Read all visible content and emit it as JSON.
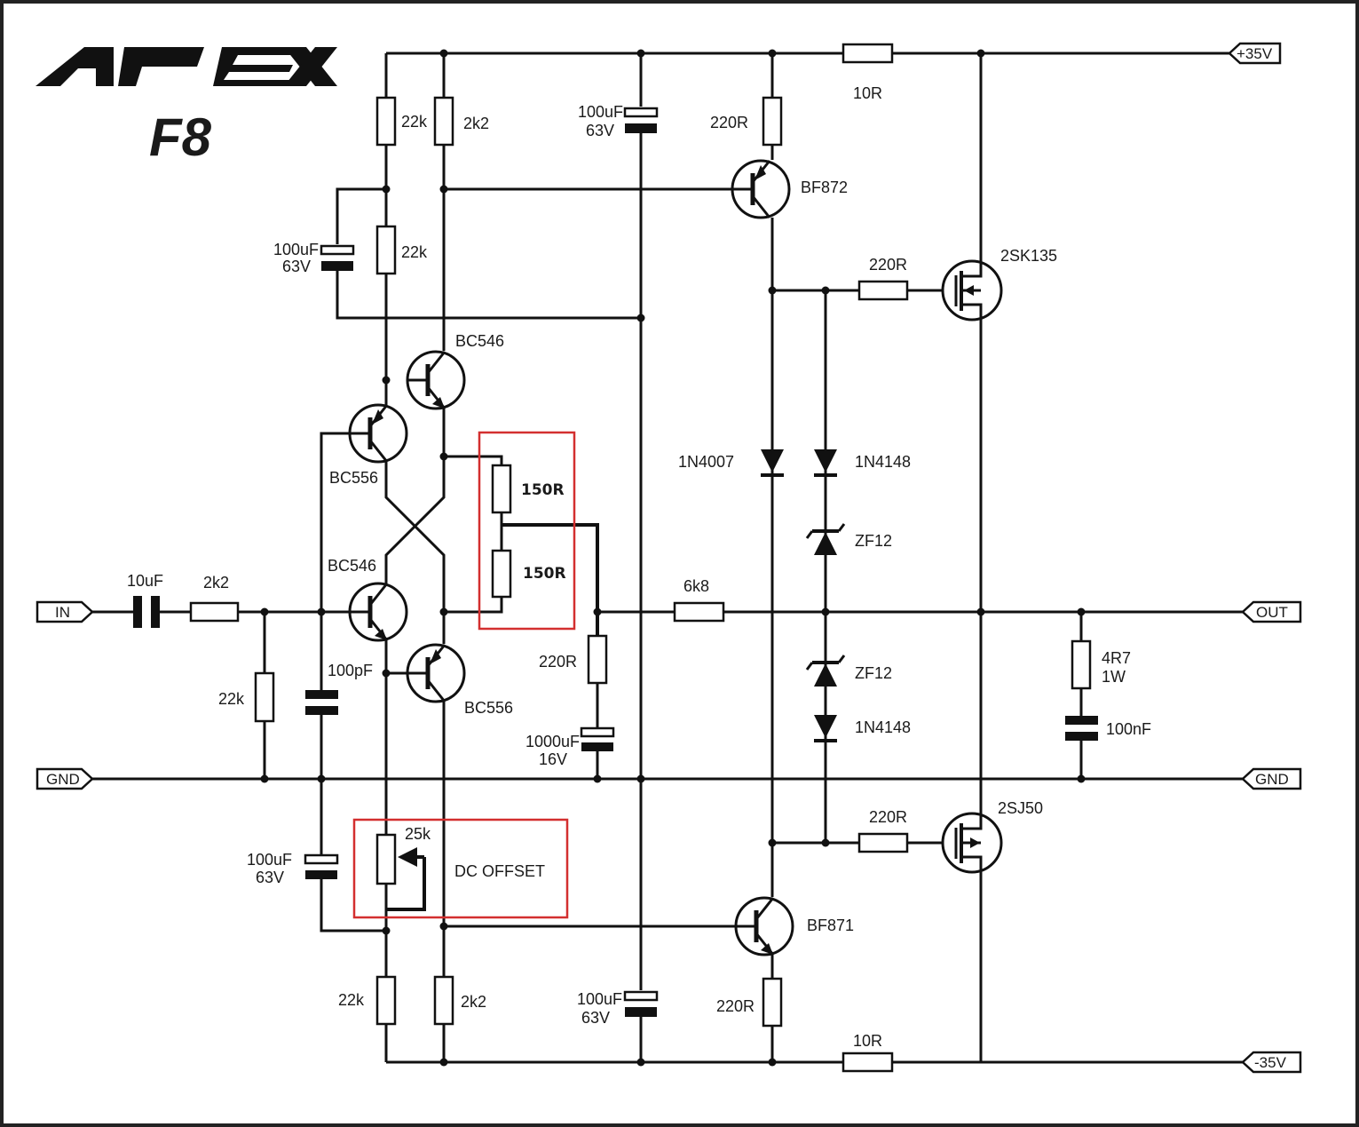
{
  "brand": {
    "logo": "APEX",
    "model": "F8"
  },
  "terminals": {
    "in": "IN",
    "out": "OUT",
    "gnd_left": "GND",
    "gnd_right": "GND",
    "vpos": "+35V",
    "vneg": "-35V"
  },
  "resistors": {
    "r_22k_top": "22k",
    "r_2k2_top": "2k2",
    "r_22k_mid": "22k",
    "r_150r_a": "150R",
    "r_150r_b": "150R",
    "r_2k2_in": "2k2",
    "r_22k_in": "22k",
    "r_220r_fb": "220R",
    "r_6k8": "6k8",
    "r_220r_top": "220R",
    "r_10r_top": "10R",
    "r_220r_gate_top": "220R",
    "r_220r_gate_bot": "220R",
    "r_220r_bot": "220R",
    "r_10r_bot": "10R",
    "r_22k_bot": "22k",
    "r_2k2_bot": "2k2",
    "r_4r7": "4R7",
    "r_4r7_power": "1W"
  },
  "capacitors": {
    "c_supply_top_value": "100uF",
    "c_supply_top_voltage": "63V",
    "c_boot_value": "100uF",
    "c_boot_voltage": "63V",
    "c_in_value": "10uF",
    "c_100pf": "100pF",
    "c_fb_value": "1000uF",
    "c_fb_voltage": "16V",
    "c_bot_left_value": "100uF",
    "c_bot_left_voltage": "63V",
    "c_supply_bot_value": "100uF",
    "c_supply_bot_voltage": "63V",
    "c_zobel": "100nF"
  },
  "transistors": {
    "q_bc546_top": "BC546",
    "q_bc556_top": "BC556",
    "q_bc546_bot": "BC546",
    "q_bc556_bot": "BC556",
    "q_bf872": "BF872",
    "q_bf871": "BF871",
    "m_2sk135": "2SK135",
    "m_2sj50": "2SJ50"
  },
  "diodes": {
    "d_1n4007": "1N4007",
    "d_1n4148_top": "1N4148",
    "z_zf12_top": "ZF12",
    "z_zf12_bot": "ZF12",
    "d_1n4148_bot": "1N4148"
  },
  "trimmer": {
    "value": "25k",
    "caption": "DC OFFSET"
  },
  "colors": {
    "wire": "#111111",
    "highlight_box": "#d32f2f",
    "background": "#ffffff"
  }
}
